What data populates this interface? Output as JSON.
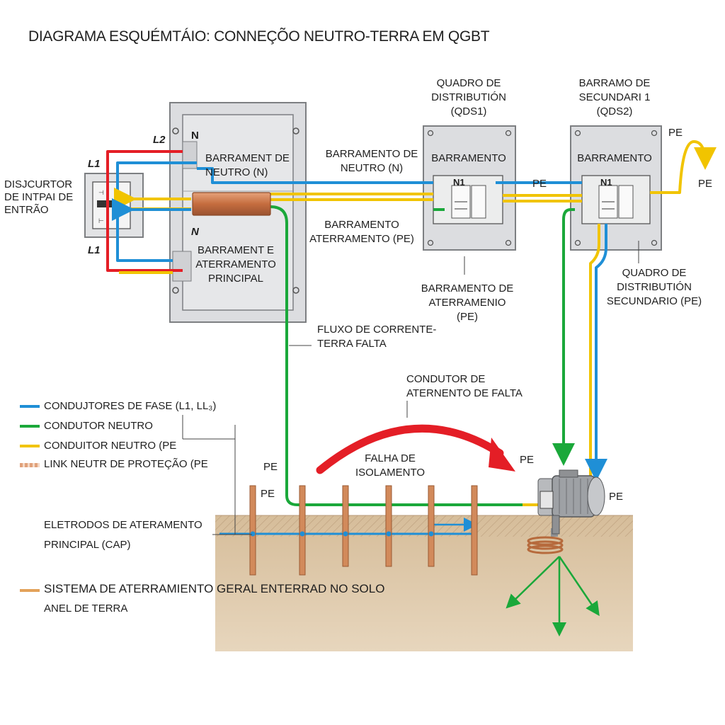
{
  "title": "DIAGRAMA ESQUÉMTÁIO: CONNEÇÕO NEUTRO-TERRA EM QGBT",
  "colors": {
    "phase": "#1f8fd6",
    "neutral": "#1aa83a",
    "pe": "#f1c400",
    "live": "#e41e26",
    "copper": "#c8774a",
    "panel": "#e3e4e6",
    "panel_border": "#7d7f82",
    "soil": "#d9c2a2"
  },
  "main_panel": {
    "neutral_bar_label": "BARRAMENT DE NEUTRO (N)",
    "earth_bar_label": "BARRAMENT E ATERRAMENTO PRINCIPAL",
    "n_top": "N",
    "n_mid": "N"
  },
  "breaker": {
    "label": "DISJCURTOR DE INTPAI DE ENTRÃO",
    "l2": "L2",
    "l1_top": "L1",
    "l1_bottom": "L1"
  },
  "mid_labels": {
    "neutral_bus": "BARRAMENTO DE NEUTRO (N)",
    "earth_bus": "BARRAMENTO ATERRAMENTO (PE)",
    "fault_flow": "FLUXO DE CORRENTE-TERRA FALTA"
  },
  "qds1": {
    "title": "QUADRO DE DISTRIBUTIÓN (QDS1)",
    "bar_label": "BARRAMENTO",
    "n1": "N1",
    "below_label": "BARRAMENTO DE ATERRAMENIO (PE)"
  },
  "qds2": {
    "title": "BARRAMO DE SECUNDARI 1 (QDS2)",
    "bar_label": "BARRAMENTO",
    "n1": "N1",
    "below_label": "QUADRO DE DISTRIBUTIÓN SECUNDARIO (PE)"
  },
  "pe_tags": {
    "between_panels": "PE",
    "qds2_top": "PE",
    "qds2_arrow": "PE",
    "fence_upper": "PE",
    "fence_lower": "PE",
    "motor_top": "PE",
    "motor_right": "PE"
  },
  "fault": {
    "conductor_label": "CONDUTOR DE ATERNENTO DE FALTA",
    "insulation_label": "FALHA DE ISOLAMENTO"
  },
  "legend": {
    "phase": "CONDUJTORES DE FASE (L1, LL₃)",
    "neutral": "CONDUTOR NEUTRO",
    "pe": "CONDUITOR NEUTRO (PE",
    "link": "LINK NEUTR DE PROTEÇÃO (PE"
  },
  "electrodes_label": "ELETRODOS DE ATERAMENTO PRINCIPAL (CAP)",
  "grounding_system": {
    "line1": "SISTEMA DE ATERRAMIENTO GERAL ENTERRAD NO SOLO",
    "line2": "ANEL DE TERRA"
  }
}
